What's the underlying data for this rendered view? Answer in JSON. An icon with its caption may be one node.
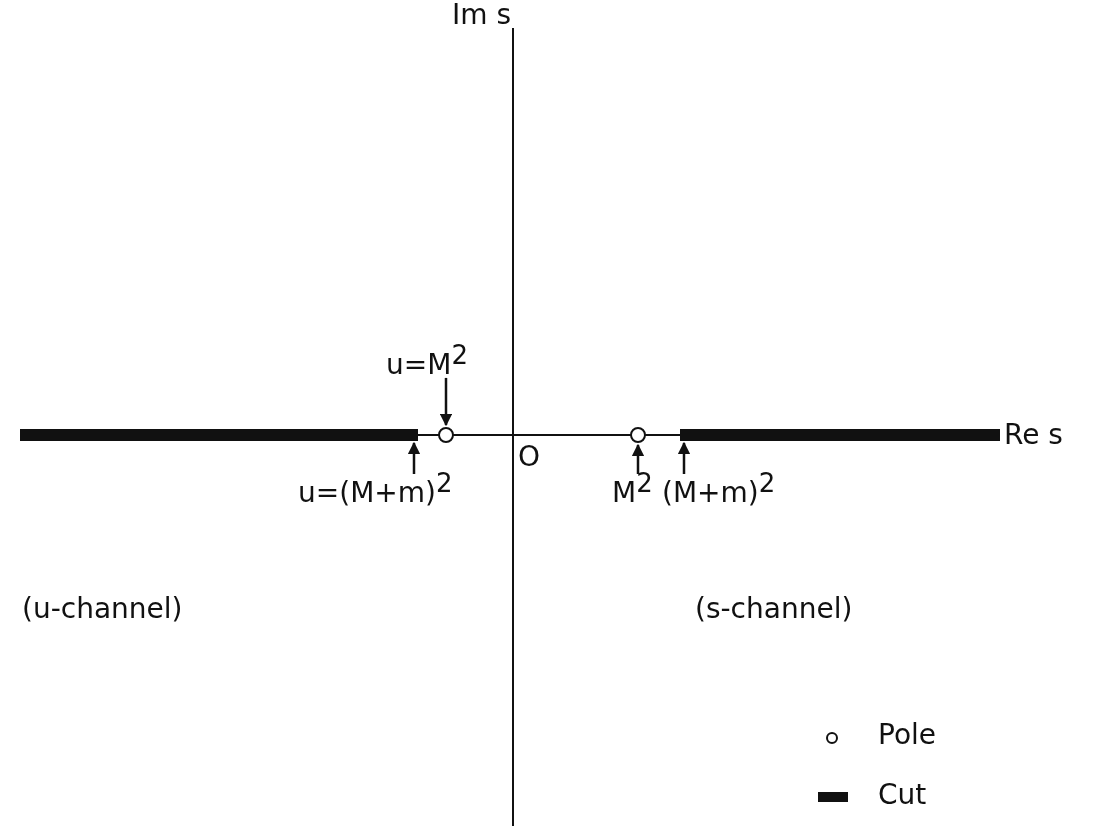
{
  "diagram": {
    "nodes": [
      {
        "text": [
          "u=M$^{2}$"
        ]
      },
      {
        "text": [],
        "shape": "circle"
      },
      {
        "text": [],
        "shape": "circle"
      },
      {
        "text": [],
        "shape": "bar"
      },
      {
        "text": [],
        "shape": "bar"
      },
      {
        "text": [
          "u=(M+m)$^{2}$"
        ]
      },
      {
        "text": [
          "M$^{2}$"
        ]
      },
      {
        "text": [
          "(M+m)$^{2}$"
        ]
      }
    ],
    "edges": [
      {
        "from": 0,
        "to": 1,
        "arrow": "to"
      },
      {
        "from": 5,
        "to": 3,
        "arrow": "to"
      },
      {
        "from": 6,
        "to": 2,
        "arrow": "to"
      },
      {
        "from": 7,
        "to": 4,
        "arrow": "to"
      }
    ],
    "labels": [
      "Im s",
      "Re s",
      "O",
      "(u-channel)",
      "(s-channel)"
    ],
    "legend": [
      {
        "text": "Pole"
      },
      {
        "text": "Cut"
      }
    ]
  }
}
